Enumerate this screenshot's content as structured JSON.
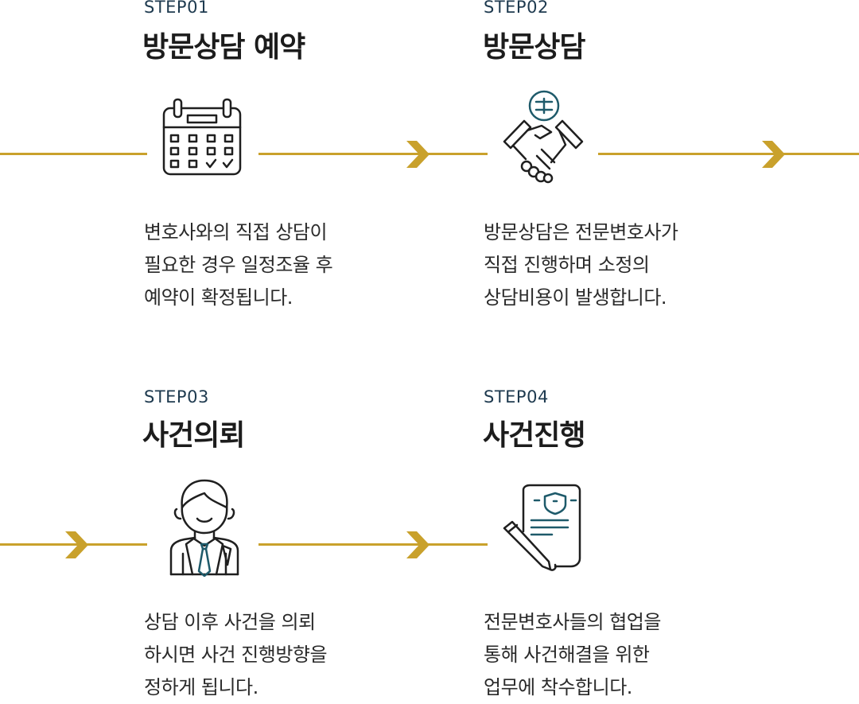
{
  "steps": [
    {
      "label": "STEP01",
      "title": "방문상담 예약",
      "desc": [
        "변호사와의 직접 상담이",
        "필요한 경우 일정조율 후",
        "예약이 확정됩니다."
      ],
      "icon": "calendar-icon"
    },
    {
      "label": "STEP02",
      "title": "방문상담",
      "desc": [
        "방문상담은 전문변호사가",
        "직접 진행하며 소정의",
        "상담비용이 발생합니다."
      ],
      "icon": "handshake-icon"
    },
    {
      "label": "STEP03",
      "title": "사건의뢰",
      "desc": [
        "상담 이후 사건을 의뢰",
        "하시면 사건 진행방향을",
        "정하게 됩니다."
      ],
      "icon": "lawyer-icon"
    },
    {
      "label": "STEP04",
      "title": "사건진행",
      "desc": [
        "전문변호사들의 협업을",
        "통해 사건해결을 위한",
        "업무에 착수합니다."
      ],
      "icon": "document-pen-icon"
    }
  ],
  "colors": {
    "accent": "#c9a12c",
    "label": "#1e3a4f",
    "icon_dark": "#1f1f1f",
    "icon_teal": "#1e5a6a"
  }
}
